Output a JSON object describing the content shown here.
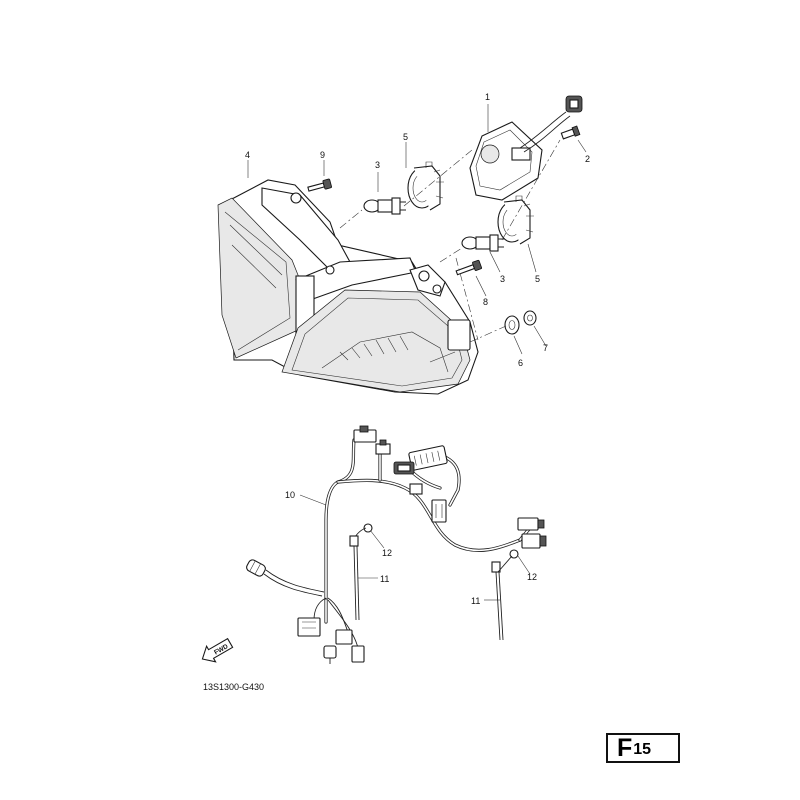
{
  "callouts": {
    "c1": "1",
    "c2": "2",
    "c3a": "3",
    "c3b": "3",
    "c4": "4",
    "c5a": "5",
    "c5b": "5",
    "c6": "6",
    "c7": "7",
    "c8": "8",
    "c9": "9",
    "c10": "10",
    "c11a": "11",
    "c11b": "11",
    "c12a": "12",
    "c12b": "12"
  },
  "drawing_code": "13S1300-G430",
  "fwd_label": "FWD",
  "figure": {
    "letter": "F",
    "number": "15"
  }
}
